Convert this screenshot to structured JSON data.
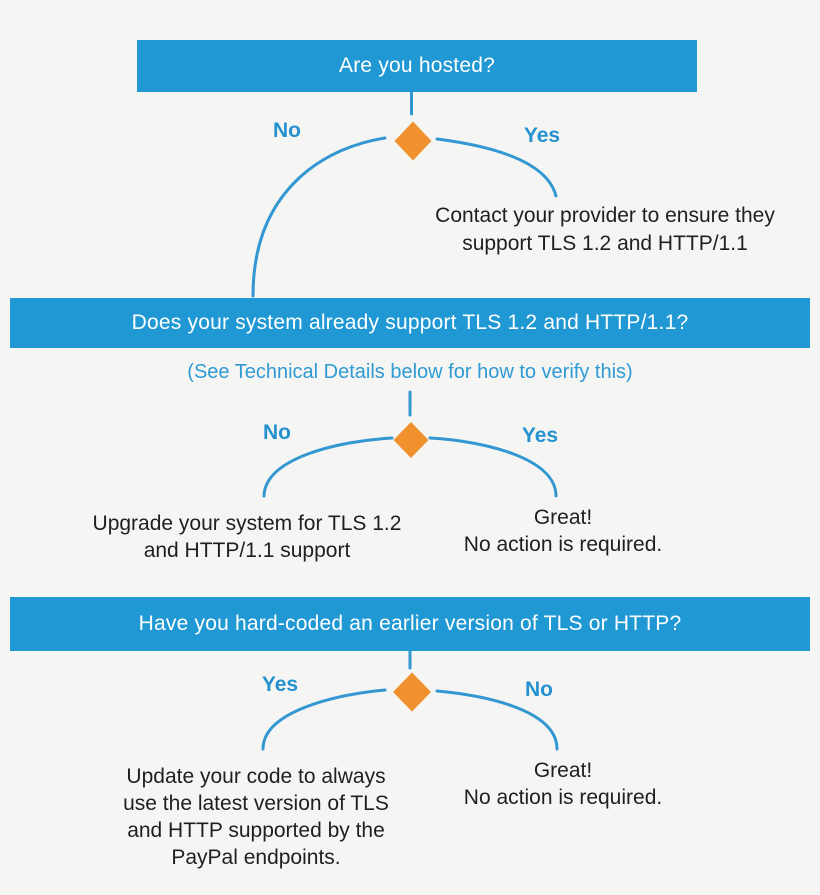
{
  "colors": {
    "background": "#f5f5f4",
    "banner_blue": "#1f98d4",
    "banner_text": "#ffffff",
    "label_blue": "#2591cf",
    "note_blue": "#2f9ad4",
    "connector_blue": "#3397d2",
    "diamond_orange": "#f0912d",
    "text_dark": "#1f1f1d"
  },
  "flowchart": {
    "step1": {
      "question": "Are you hosted?",
      "no_label": "No",
      "yes_label": "Yes",
      "yes_result_lines": {
        "0": "Contact your provider to ensure they",
        "1": "support TLS 1.2 and HTTP/1.1"
      }
    },
    "step2": {
      "question": "Does your system already support TLS 1.2 and HTTP/1.1?",
      "note": "(See Technical Details below for how to verify this)",
      "no_label": "No",
      "yes_label": "Yes",
      "no_result_lines": {
        "0": "Upgrade your system for TLS 1.2",
        "1": "and HTTP/1.1 support"
      },
      "yes_result_lines": {
        "0": "Great!",
        "1": "No action is required."
      }
    },
    "step3": {
      "question": "Have you hard-coded an earlier version of TLS or HTTP?",
      "yes_label": "Yes",
      "no_label": "No",
      "yes_result_lines": {
        "0": "Update your code to always",
        "1": "use the latest version of TLS",
        "2": "and HTTP supported by the",
        "3": "PayPal endpoints."
      },
      "no_result_lines": {
        "0": "Great!",
        "1": "No action is required."
      }
    }
  }
}
